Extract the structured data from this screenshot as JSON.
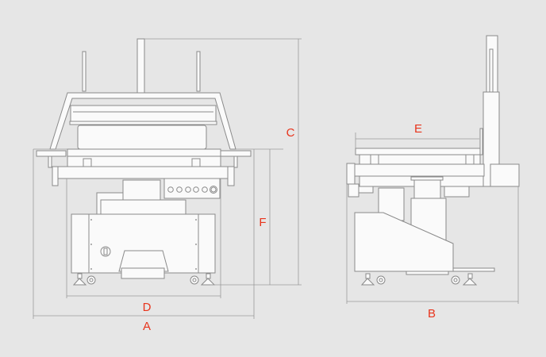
{
  "colors": {
    "background": "#e6e6e6",
    "label": "#e8341c",
    "stroke": "#8a8a8a",
    "fill": "#fafafa"
  },
  "dimensions": {
    "A": "A",
    "B": "B",
    "C": "C",
    "D": "D",
    "E": "E",
    "F": "F"
  }
}
